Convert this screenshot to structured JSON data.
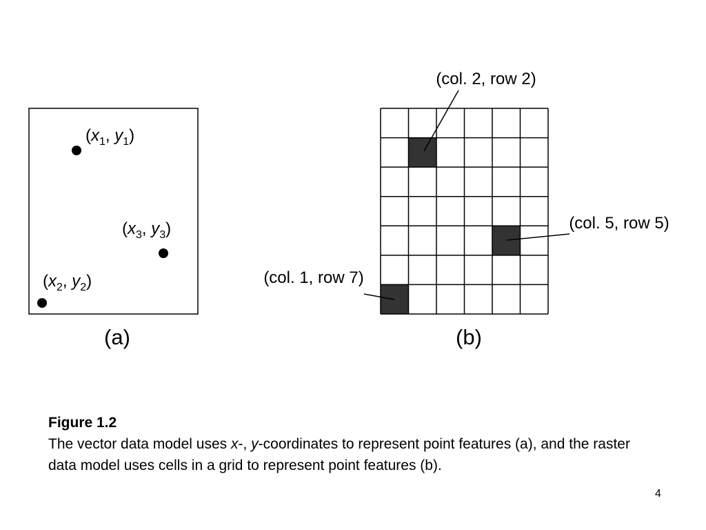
{
  "panel_a": {
    "label": "(a)",
    "points": [
      {
        "x": "x",
        "x_sub": "1",
        "y": "y",
        "y_sub": "1"
      },
      {
        "x": "x",
        "x_sub": "3",
        "y": "y",
        "y_sub": "3"
      },
      {
        "x": "x",
        "x_sub": "2",
        "y": "y",
        "y_sub": "2"
      }
    ]
  },
  "panel_b": {
    "label": "(b)",
    "columns": 6,
    "rows": 7,
    "filled_cells": [
      {
        "col": 2,
        "row": 2,
        "label": "(col. 2, row 2)"
      },
      {
        "col": 5,
        "row": 5,
        "label": "(col. 5, row 5)"
      },
      {
        "col": 1,
        "row": 7,
        "label": "(col. 1, row 7)"
      }
    ],
    "fill_color": "#333333"
  },
  "caption": {
    "title": "Figure 1.2",
    "body_part1": "The vector data model uses ",
    "x_var": "x",
    "sep": "-, ",
    "y_var": "y",
    "body_part2": "-coordinates to represent point features (a), and the raster data model uses cells in a grid to represent point features (b)."
  },
  "page_number": "4"
}
